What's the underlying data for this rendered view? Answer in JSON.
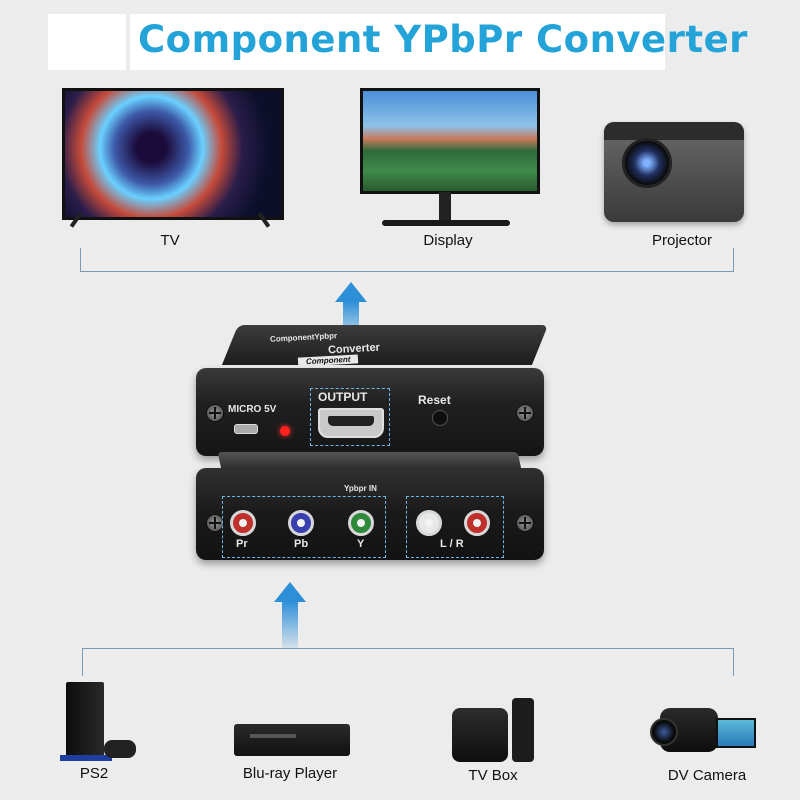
{
  "title": "Component YPbPr Converter",
  "outputs": [
    {
      "label": "TV"
    },
    {
      "label": "Display"
    },
    {
      "label": "Projector"
    }
  ],
  "device": {
    "top_text_1": "ComponentYpbpr",
    "top_text_2": "Converter",
    "top_badge": "Component",
    "micro_label": "MICRO 5V",
    "output_label": "OUTPUT",
    "reset_label": "Reset",
    "ypbpr_in_label": "Ypbpr IN",
    "port_pr": "Pr",
    "port_pb": "Pb",
    "port_y": "Y",
    "port_lr": "L / R"
  },
  "inputs": [
    {
      "label": "PS2"
    },
    {
      "label": "Blu-ray Player"
    },
    {
      "label": "TV Box"
    },
    {
      "label": "DV Camera"
    }
  ],
  "colors": {
    "title": "#23a3d8",
    "arrow": "#2d8fd8",
    "line": "#7a9bb5",
    "rca_red": "#c0302c",
    "rca_blue": "#3a3fb0",
    "rca_green": "#2e8a3a",
    "rca_white": "#e8e8e8",
    "led": "#ff2020"
  }
}
